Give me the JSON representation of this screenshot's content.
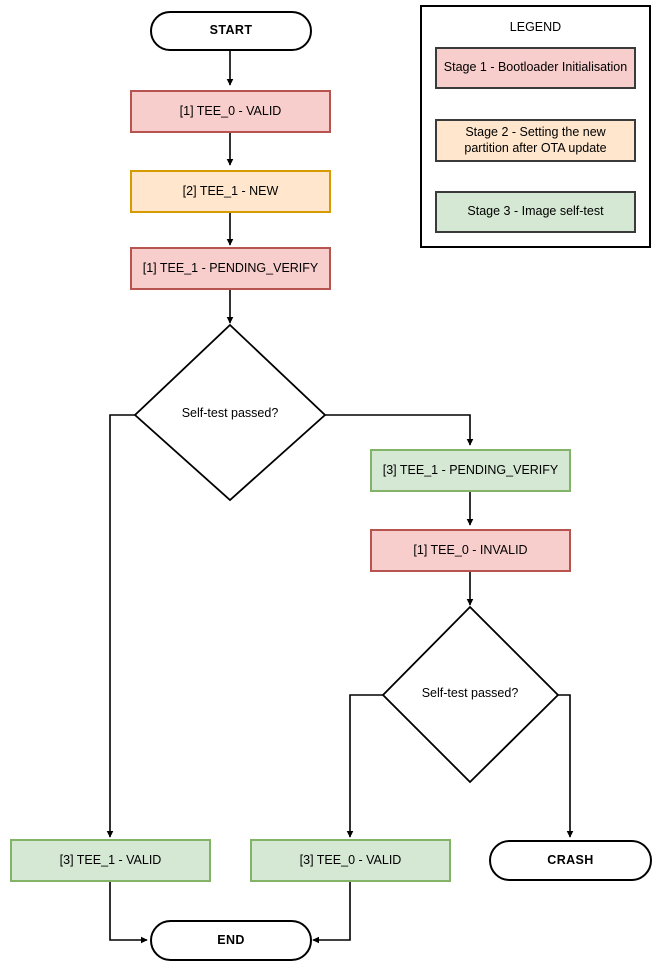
{
  "diagram": {
    "title_visible": false,
    "nodes": {
      "start": {
        "label": "START",
        "shape": "terminal"
      },
      "tee0_valid": {
        "label": "[1] TEE_0 - VALID",
        "shape": "process",
        "color": "pink"
      },
      "tee1_new": {
        "label": "[2] TEE_1 - NEW",
        "shape": "process",
        "color": "orange"
      },
      "tee1_pending_1": {
        "label": "[1] TEE_1 - PENDING_VERIFY",
        "shape": "process",
        "color": "pink"
      },
      "decision_1": {
        "label": "Self-test passed?",
        "shape": "decision"
      },
      "tee1_pending_3": {
        "label": "[3] TEE_1 - PENDING_VERIFY",
        "shape": "process",
        "color": "green"
      },
      "tee0_invalid": {
        "label": "[1] TEE_0 - INVALID",
        "shape": "process",
        "color": "pink"
      },
      "decision_2": {
        "label": "Self-test passed?",
        "shape": "decision"
      },
      "tee1_valid": {
        "label": "[3] TEE_1 - VALID",
        "shape": "process",
        "color": "green"
      },
      "tee0_valid_3": {
        "label": "[3] TEE_0 - VALID",
        "shape": "process",
        "color": "green"
      },
      "crash": {
        "label": "CRASH",
        "shape": "terminal"
      },
      "end": {
        "label": "END",
        "shape": "terminal"
      }
    }
  },
  "legend": {
    "title": "LEGEND",
    "items": [
      {
        "label": "Stage 1 - Bootloader Initialisation",
        "color": "pink"
      },
      {
        "label": "Stage 2 - Setting the new partition after OTA update",
        "color": "orange"
      },
      {
        "label": "Stage 3 - Image self-test",
        "color": "green"
      }
    ]
  },
  "colors": {
    "pink_fill": "#f8cecc",
    "pink_border": "#b85450",
    "orange_fill": "#ffe6cc",
    "orange_border": "#d79b00",
    "green_fill": "#d5e8d4",
    "green_border": "#82b366",
    "line": "#000000",
    "legend_item_border": "#3a3a3a"
  }
}
